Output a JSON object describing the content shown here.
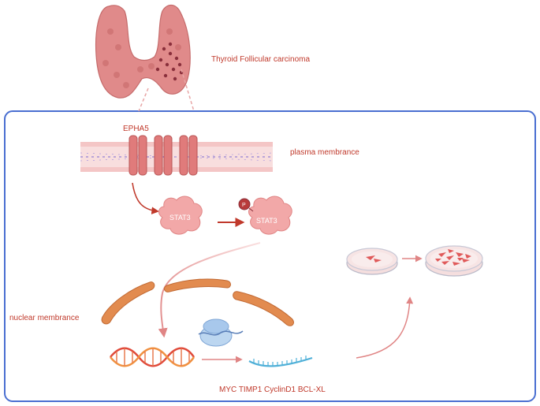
{
  "labels": {
    "thyroid": "Thyroid Follicular carcinoma",
    "receptor": "EPHA5",
    "plasma_membrane": "plasma membrance",
    "stat3_a": "STAT3",
    "stat3_b": "STAT3",
    "phospho": "P",
    "nuclear_membrane": "nuclear membrance",
    "genes": "MYC TIMP1 CyclinD1 BCL-XL"
  },
  "colors": {
    "frame": "#4a6fd1",
    "label_red": "#c0392b",
    "arrow": "#c0392b",
    "thyroid": "#e08a8a",
    "membrane": "#f4c6c6",
    "receptor": "#e07b7b",
    "stat3": "#f2a8a8",
    "nuclear": "#e28b4f",
    "dna_red": "#e04a3a",
    "dna_orange": "#f09040",
    "mrna": "#4fb0d8",
    "ribosome": "#a8c8ec"
  },
  "icons": [
    "thyroid-gland-icon",
    "receptor-icon",
    "protein-blob-icon",
    "phosphate-icon",
    "dna-helix-icon",
    "ribosome-icon",
    "mrna-icon",
    "petri-dish-icon"
  ]
}
